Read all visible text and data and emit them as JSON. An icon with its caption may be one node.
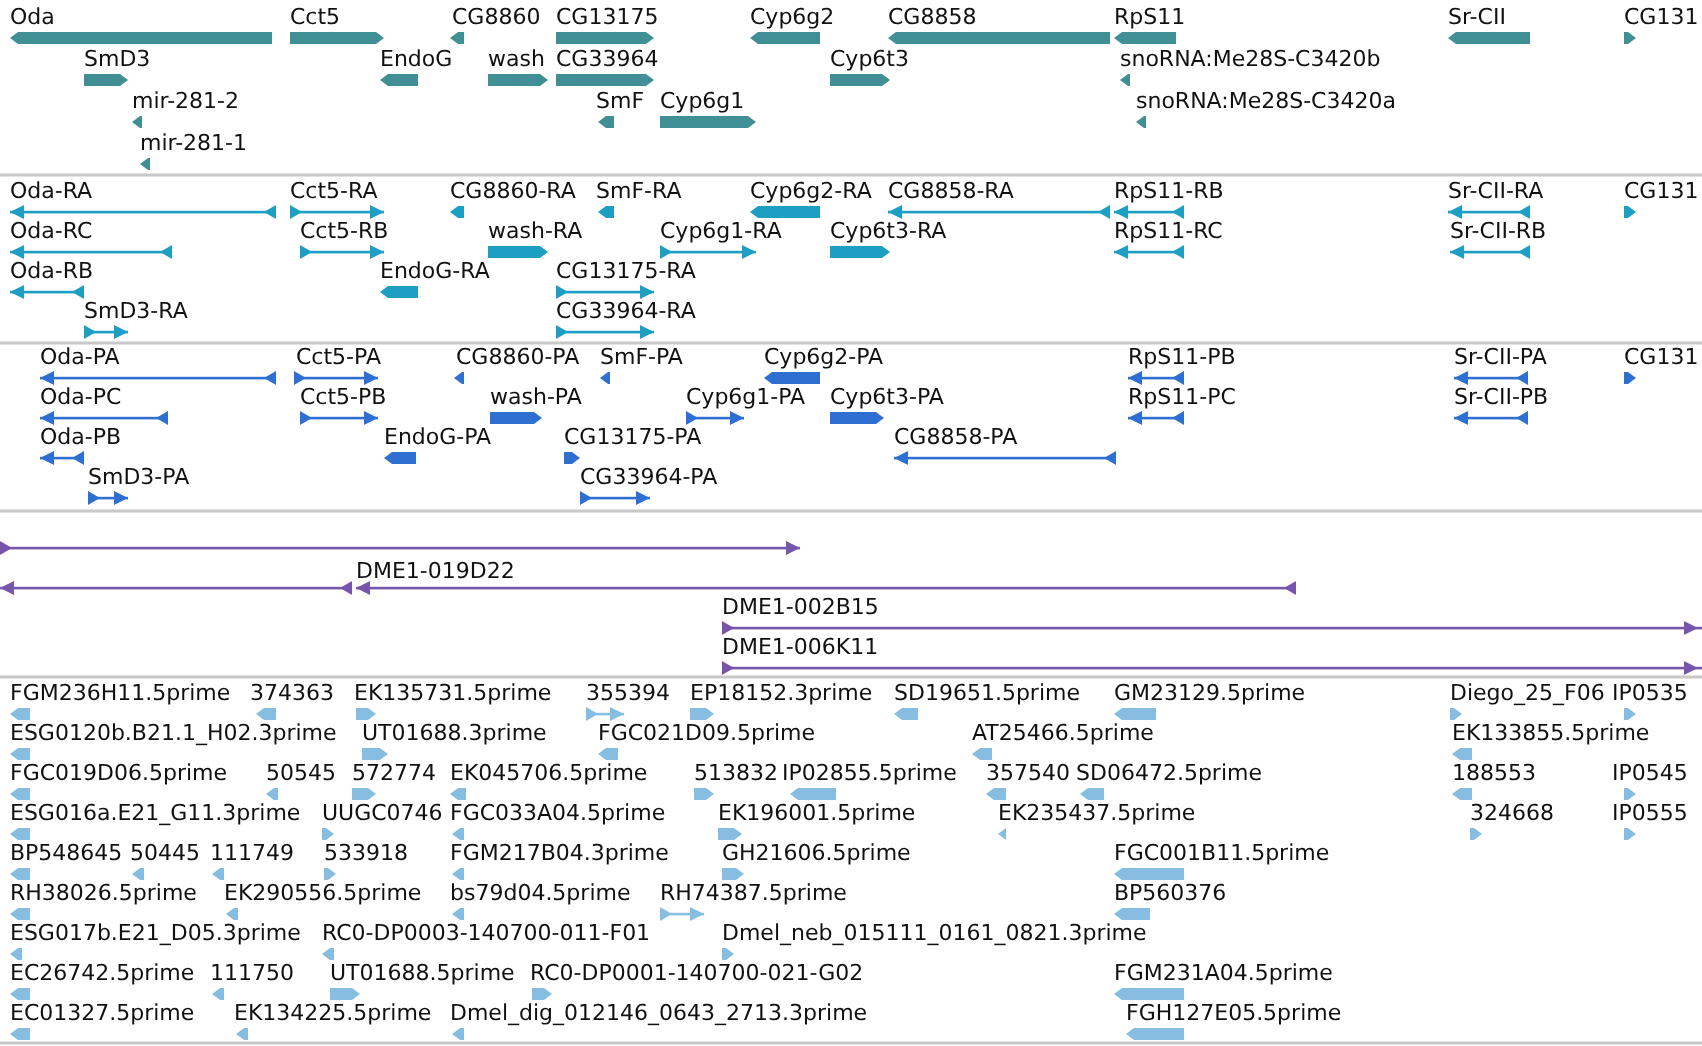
{
  "diagram": {
    "labels": [
      "Oda",
      "Cct5",
      "CG8860",
      "CG13175",
      "Cyp6g2",
      "CG8858",
      "RpS11",
      "Sr-CII",
      "CG131",
      "SmD3",
      "EndoG",
      "wash",
      "CG33964",
      "Cyp6t3",
      "snoRNA:Me28S-C3420b",
      "mir-281-2",
      "SmF",
      "Cyp6g1",
      "snoRNA:Me28S-C3420a",
      "mir-281-1",
      "Oda-RA",
      "Cct5-RA",
      "CG8860-RA",
      "SmF-RA",
      "Cyp6g2-RA",
      "CG8858-RA",
      "RpS11-RB",
      "Sr-CII-RA",
      "CG131",
      "Oda-RC",
      "Cct5-RB",
      "wash-RA",
      "Cyp6g1-RA",
      "Cyp6t3-RA",
      "RpS11-RC",
      "Sr-CII-RB",
      "Oda-RB",
      "EndoG-RA",
      "CG13175-RA",
      "SmD3-RA",
      "CG33964-RA",
      "Oda-PA",
      "Cct5-PA",
      "CG8860-PA",
      "SmF-PA",
      "Cyp6g2-PA",
      "RpS11-PB",
      "Sr-CII-PA",
      "CG131",
      "Oda-PC",
      "Cct5-PB",
      "wash-PA",
      "Cyp6g1-PA",
      "Cyp6t3-PA",
      "RpS11-PC",
      "Sr-CII-PB",
      "Oda-PB",
      "EndoG-PA",
      "CG13175-PA",
      "CG8858-PA",
      "SmD3-PA",
      "CG33964-PA",
      "DME1-019D22",
      "DME1-002B15",
      "DME1-006K11",
      "FGM236H11.5prime",
      "374363",
      "EK135731.5prime",
      "355394",
      "EP18152.3prime",
      "SD19651.5prime",
      "GM23129.5prime",
      "Diego_25_F06",
      "IP0535",
      "ESG0120b.B21.1_H02.3prime",
      "UT01688.3prime",
      "FGC021D09.5prime",
      "AT25466.5prime",
      "EK133855.5prime",
      "FGC019D06.5prime",
      "50545",
      "572774",
      "EK045706.5prime",
      "513832",
      "IP02855.5prime",
      "357540",
      "SD06472.5prime",
      "188553",
      "IP0545",
      "ESG016a.E21_G11.3prime",
      "UUGC0746",
      "FGC033A04.5prime",
      "EK196001.5prime",
      "EK235437.5prime",
      "324668",
      "IP0555",
      "BP548645",
      "50445",
      "111749",
      "533918",
      "FGM217B04.3prime",
      "GH21606.5prime",
      "FGC001B11.5prime",
      "RH38026.5prime",
      "EK290556.5prime",
      "bs79d04.5prime",
      "RH74387.5prime",
      "BP560376",
      "ESG017b.E21_D05.3prime",
      "RC0-DP0003-140700-011-F01",
      "Dmel_neb_015111_0161_0821.3prime",
      "EC26742.5prime",
      "111750",
      "UT01688.5prime",
      "RC0-DP0001-140700-021-G02",
      "FGM231A04.5prime",
      "EC01327.5prime",
      "EK134225.5prime",
      "Dmel_dig_012146_0643_2713.3prime",
      "FGH127E05.5prime"
    ]
  }
}
